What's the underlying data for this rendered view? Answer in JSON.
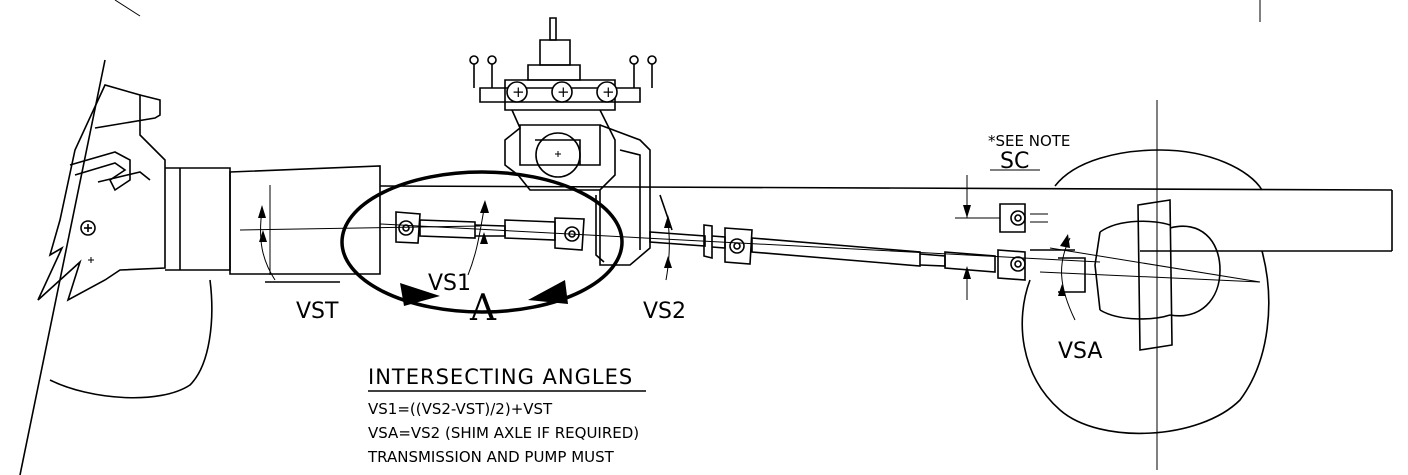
{
  "labels": {
    "vst": "VST",
    "vs1": "VS1",
    "vs2": "VS2",
    "vsa": "VSA",
    "sc": "SC",
    "detail": "A",
    "see_note": "*SEE NOTE"
  },
  "notes": {
    "heading": "INTERSECTING ANGLES",
    "lines": [
      "VS1=((VS2-VST)/2)+VST",
      "VSA=VS2 (SHIM AXLE IF REQUIRED)",
      "TRANSMISSION AND PUMP MUST"
    ]
  }
}
